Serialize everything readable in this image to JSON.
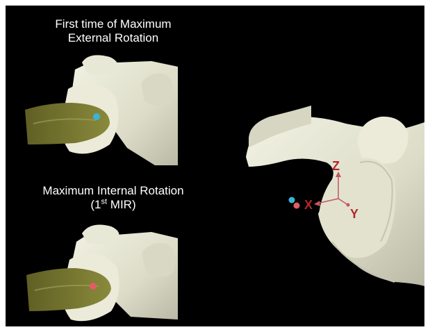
{
  "panels": {
    "top_left": {
      "title_line1": "First time of Maximum",
      "title_line2": "External Rotation",
      "marker_color": "#3bb3d6"
    },
    "bottom_left": {
      "title_line1": "Maximum Internal Rotation",
      "title_prefix": "(1",
      "title_superscript": "st",
      "title_suffix": " MIR)",
      "marker_color": "#e25c66"
    },
    "right": {
      "axes": {
        "z": "Z",
        "x": "X",
        "y": "Y"
      },
      "axis_color": "#b3262b",
      "markers": [
        "#3bb3d6",
        "#e25c66"
      ]
    }
  },
  "colors": {
    "background": "#000000",
    "bone": "#e6e6d4",
    "contact_area": "#7a7a32"
  }
}
